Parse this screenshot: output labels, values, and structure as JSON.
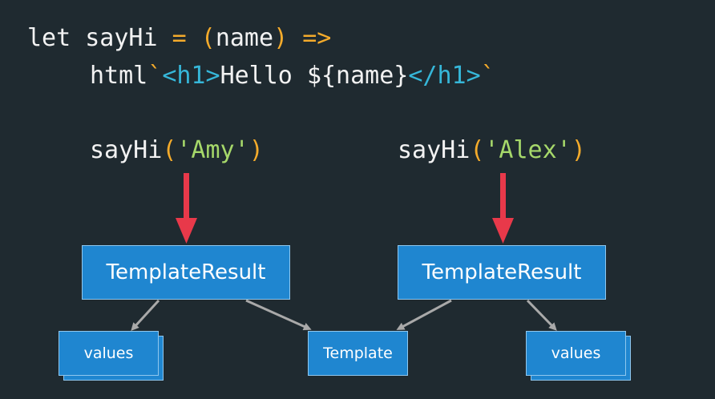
{
  "code": {
    "line1": {
      "kw_let": "let",
      "fn_name": "sayHi",
      "eq": "=",
      "open_paren": "(",
      "param": "name",
      "close_paren": ")",
      "arrow": "=>"
    },
    "line2": {
      "tag_fn": "html",
      "backtick_open": "`",
      "open_tag": "<h1>",
      "text": "Hello ",
      "interp": "${name}",
      "close_tag": "</h1>",
      "backtick_close": "`"
    },
    "call_left": {
      "fn": "sayHi",
      "open_paren": "(",
      "arg": "'Amy'",
      "close_paren": ")"
    },
    "call_right": {
      "fn": "sayHi",
      "open_paren": "(",
      "arg": "'Alex'",
      "close_paren": ")"
    }
  },
  "diagram": {
    "template_result_left": "TemplateResult",
    "template_result_right": "TemplateResult",
    "values_left": "values",
    "values_right": "values",
    "template": "Template"
  },
  "colors": {
    "background": "#1f2a30",
    "box_fill": "#1f86d0",
    "red_arrow": "#e8394a",
    "gray_arrow": "#a9a9a9",
    "operator": "#f4ab2b",
    "tag": "#36b7d9",
    "string": "#a6d86a"
  }
}
